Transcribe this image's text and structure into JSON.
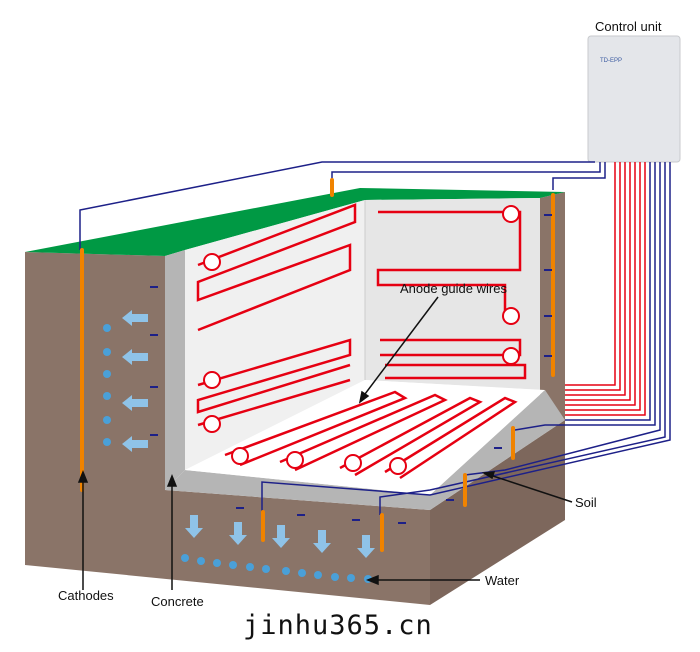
{
  "labels": {
    "control_unit": "Control unit",
    "anode_wires": "Anode guide wires",
    "soil": "Soil",
    "water": "Water",
    "cathodes": "Cathodes",
    "concrete": "Concrete"
  },
  "logo_text": "TD-EPP",
  "watermark": "jinhu365.cn",
  "colors": {
    "soil": "#8a7468",
    "grass": "#009944",
    "anode": "#e60012",
    "cathode": "#f08300",
    "wire": "#1d2088",
    "water": "#8fc3e8",
    "concrete": "#b5b5b5"
  }
}
